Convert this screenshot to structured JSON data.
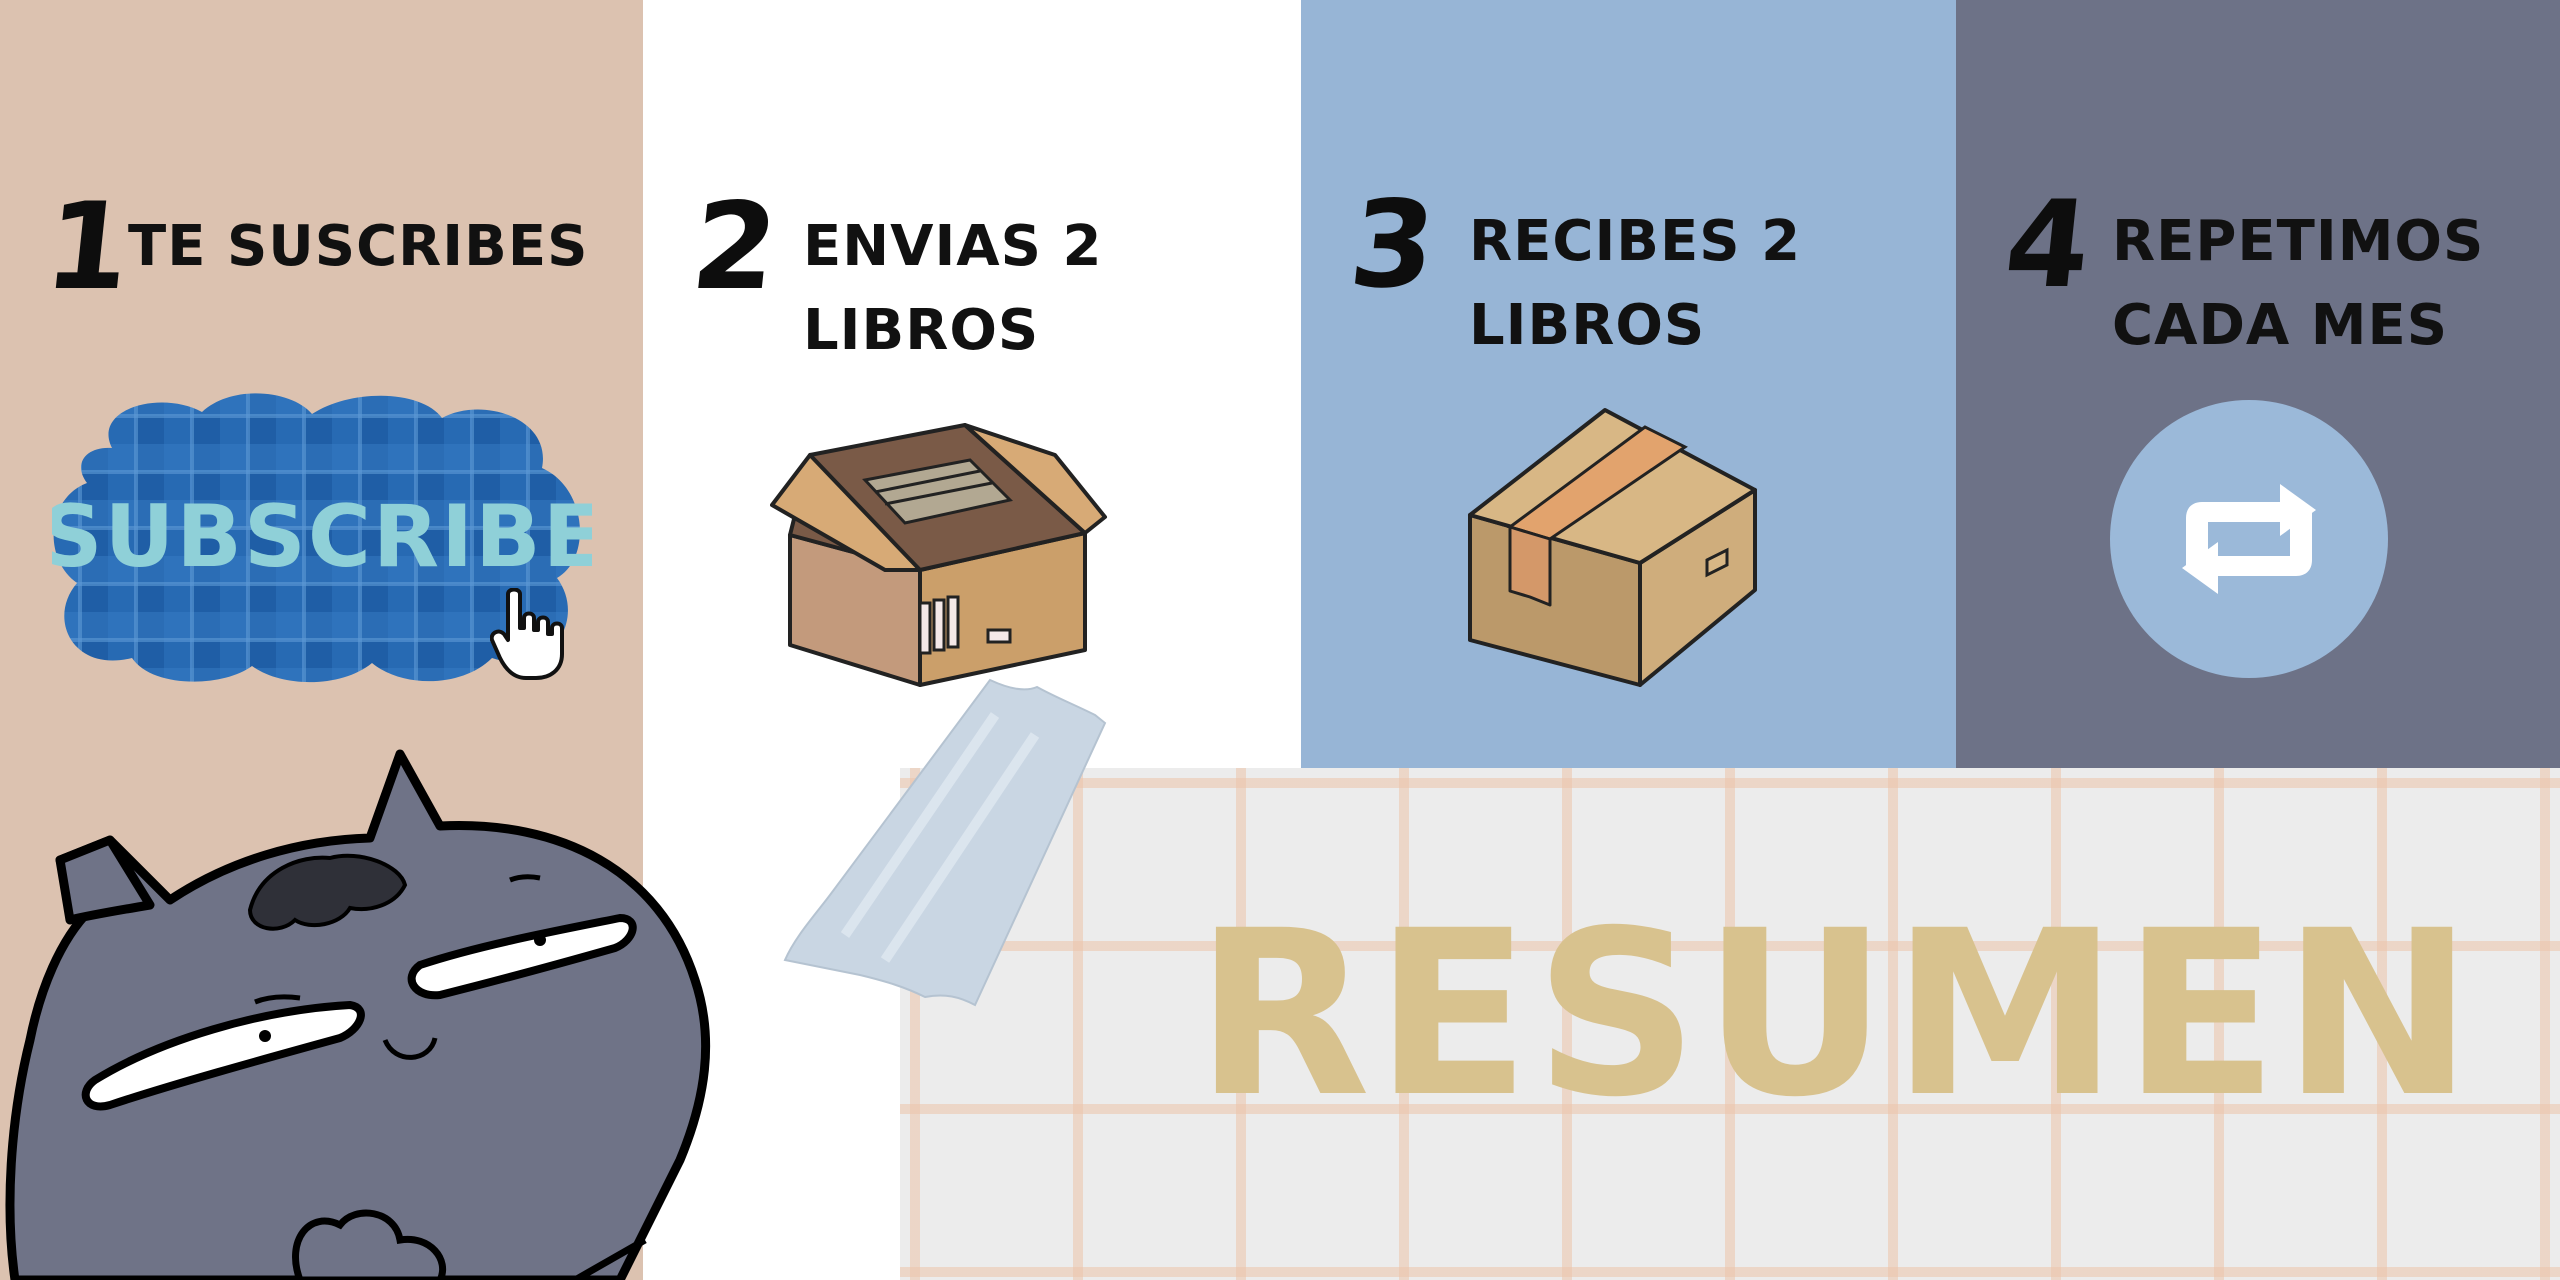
{
  "steps": [
    {
      "number": "1",
      "title": "TE SUSCRIBES"
    },
    {
      "number": "2",
      "title": "ENVIAS 2\nLIBROS"
    },
    {
      "number": "3",
      "title": "RECIBES 2\nLIBROS"
    },
    {
      "number": "4",
      "title": "REPETIMOS\nCADA MES"
    }
  ],
  "subscribe_badge": {
    "label": "SUBSCRIBE"
  },
  "summary": {
    "title": "RESUMEN"
  },
  "colors": {
    "panel1": "#dcc2b0",
    "panel2": "#ffffff",
    "panel3": "#97b5d6",
    "panel4": "#6d7287",
    "summary_text": "#d8c28e"
  },
  "icons": [
    "subscribe-badge",
    "hand-pointer-icon",
    "open-box-icon",
    "closed-box-icon",
    "repeat-icon",
    "tape-icon",
    "cat-mascot"
  ]
}
